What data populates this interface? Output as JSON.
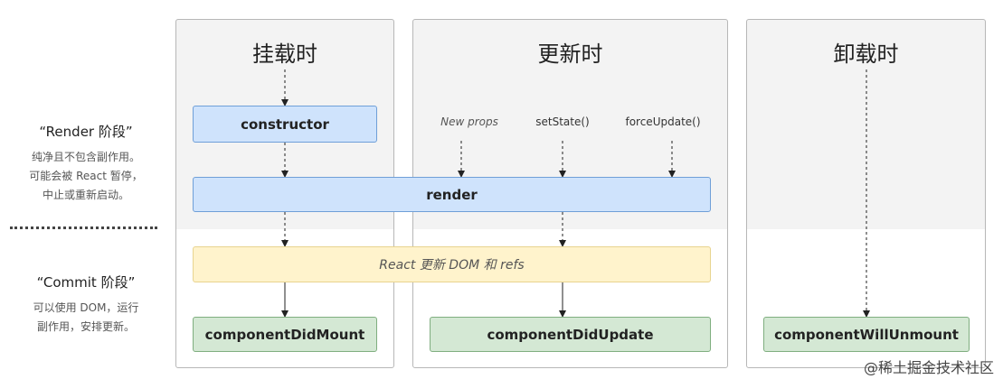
{
  "columns": {
    "mount": {
      "title": "挂载时"
    },
    "update": {
      "title": "更新时"
    },
    "unmount": {
      "title": "卸载时"
    }
  },
  "phases": {
    "render": {
      "title": "“Render 阶段”",
      "desc": [
        "纯净且不包含副作用。",
        "可能会被 React 暂停，",
        "中止或重新启动。"
      ]
    },
    "commit": {
      "title": "“Commit 阶段”",
      "desc": [
        "可以使用 DOM，运行",
        "副作用，安排更新。"
      ]
    }
  },
  "boxes": {
    "constructor": "constructor",
    "render": "render",
    "react_update": "React 更新 DOM 和 refs",
    "did_mount": "componentDidMount",
    "did_update": "componentDidUpdate",
    "will_unmount": "componentWillUnmount"
  },
  "triggers": {
    "new_props": "New props",
    "set_state": "setState()",
    "force_update": "forceUpdate()"
  },
  "watermark": "@稀土掘金技术社区",
  "colors": {
    "render_box": "#cfe3fc",
    "commit_box": "#fff3cc",
    "lifecycle_box": "#d4e8d4"
  }
}
